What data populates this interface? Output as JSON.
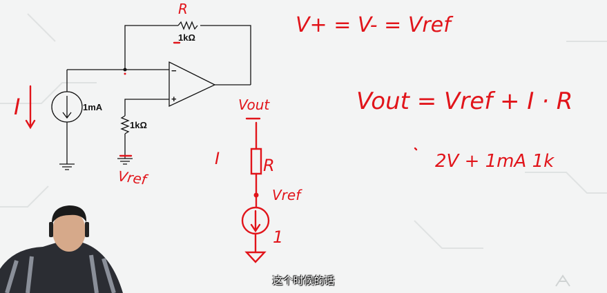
{
  "circuit": {
    "feedback_resistor": "1kΩ",
    "ground_resistor": "1kΩ",
    "current_source": "1mA",
    "opamp_minus": "−",
    "opamp_plus": "+"
  },
  "annotations": {
    "r_label": "R",
    "i_label": "I",
    "vref_label": "Vref",
    "vout_label": "Vout",
    "eq1": "V+ = V- = Vref",
    "eq2": "Vout = Vref + I · R",
    "eq3": "2V + 1mA 1k",
    "model_i": "I",
    "model_r": "R",
    "model_vref": "Vref",
    "model_src": "1"
  },
  "subtitle": "这个时候的话",
  "colors": {
    "ink": "#e1141a",
    "wire": "#111111",
    "background": "#f3f4f4"
  }
}
